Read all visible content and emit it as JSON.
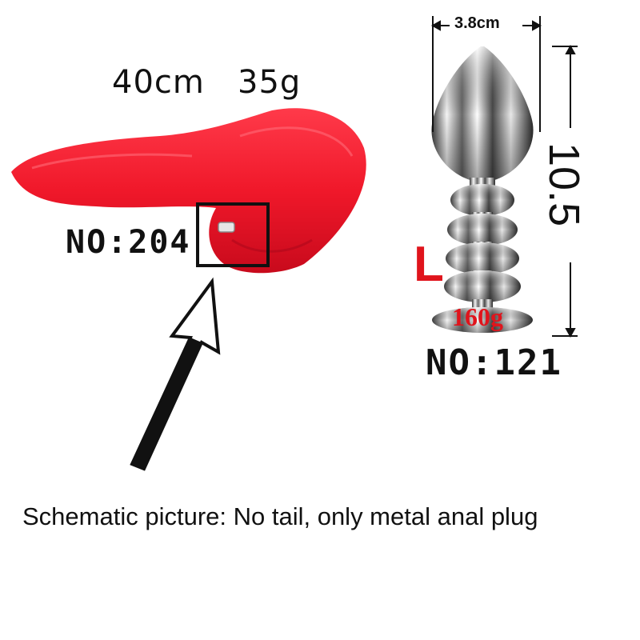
{
  "tail": {
    "length_text": "40cm",
    "weight_text": "35g",
    "model_no": "NO:204",
    "color": "#f0182a"
  },
  "plug": {
    "width_text": "3.8cm",
    "height_text": "10.5",
    "size_letter": "L",
    "weight_text": "160g",
    "model_no": "NO:121",
    "accent_color": "#e0141c"
  },
  "caption": "Schematic picture: No tail, only metal anal plug"
}
